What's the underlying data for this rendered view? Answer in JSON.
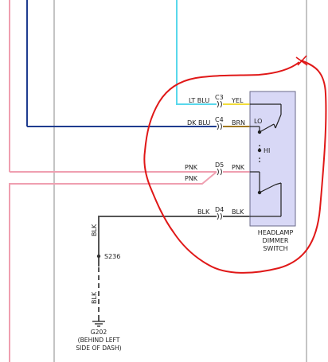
{
  "colors": {
    "lt_blu": "#59d8ec",
    "dk_blu": "#1f3c8f",
    "pnk": "#ef9fb0",
    "blk": "#555555",
    "yel": "#f2dc3a",
    "brn": "#a07820",
    "switch_fill": "#d8d8f6",
    "switch_stroke": "#6a6a8a",
    "border_gray": "#8a8a8a",
    "red_annotation": "#e01818"
  },
  "wires": {
    "lt_blu_left": "LT BLU",
    "yel_right": "YEL",
    "dk_blu_left": "DK BLU",
    "brn_right": "BRN",
    "pnk_left_top": "PNK",
    "pnk_right": "PNK",
    "pnk_left_bottom": "PNK",
    "blk_left": "BLK",
    "blk_right": "BLK",
    "blk_vertical_top": "BLK",
    "blk_vertical_bottom": "BLK"
  },
  "connectors": {
    "c3": "C3",
    "c4": "C4",
    "d5": "D5",
    "d4": "D4"
  },
  "switch": {
    "lo": "LO",
    "hi": "HI",
    "title_line1": "HEADLAMP",
    "title_line2": "DIMMER",
    "title_line3": "SWITCH"
  },
  "splice": {
    "label": "S236"
  },
  "ground": {
    "id": "G202",
    "desc_line1": "(BEHIND LEFT",
    "desc_line2": "SIDE OF DASH)"
  }
}
